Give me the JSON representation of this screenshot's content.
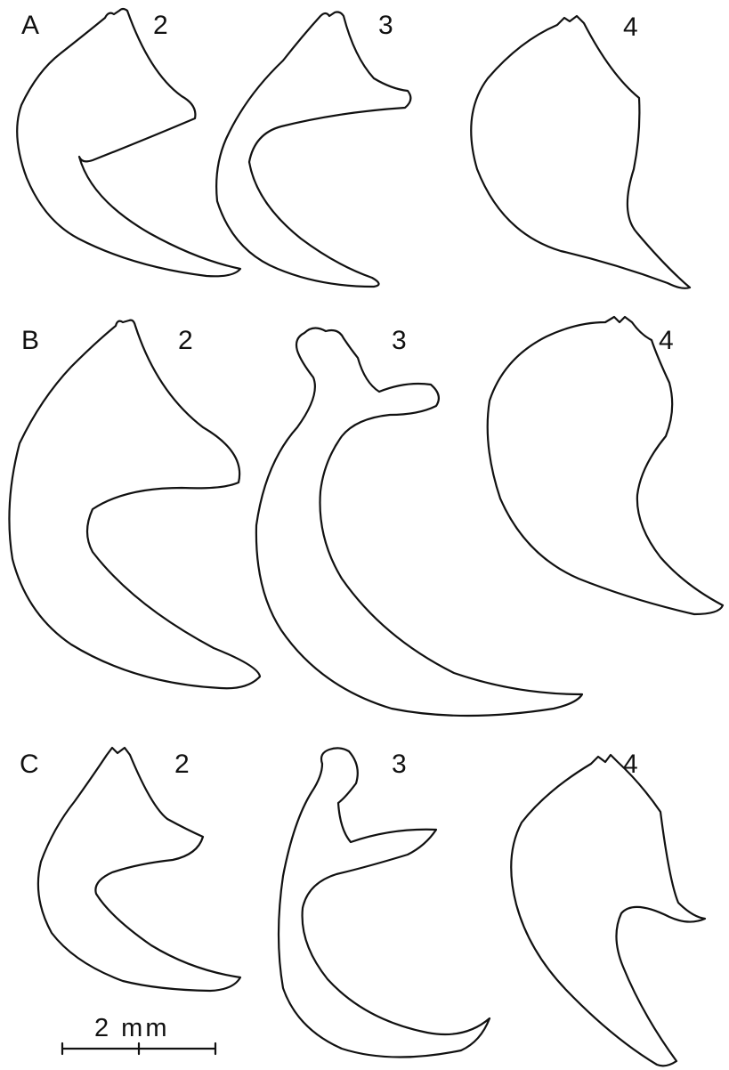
{
  "rows": [
    {
      "label": "A",
      "specimens": [
        {
          "number": "2"
        },
        {
          "number": "3"
        },
        {
          "number": "4"
        }
      ]
    },
    {
      "label": "B",
      "specimens": [
        {
          "number": "2"
        },
        {
          "number": "3"
        },
        {
          "number": "4"
        }
      ]
    },
    {
      "label": "C",
      "specimens": [
        {
          "number": "2"
        },
        {
          "number": "3"
        },
        {
          "number": "4"
        }
      ]
    }
  ],
  "scale_bar": {
    "label": "2 mm"
  }
}
